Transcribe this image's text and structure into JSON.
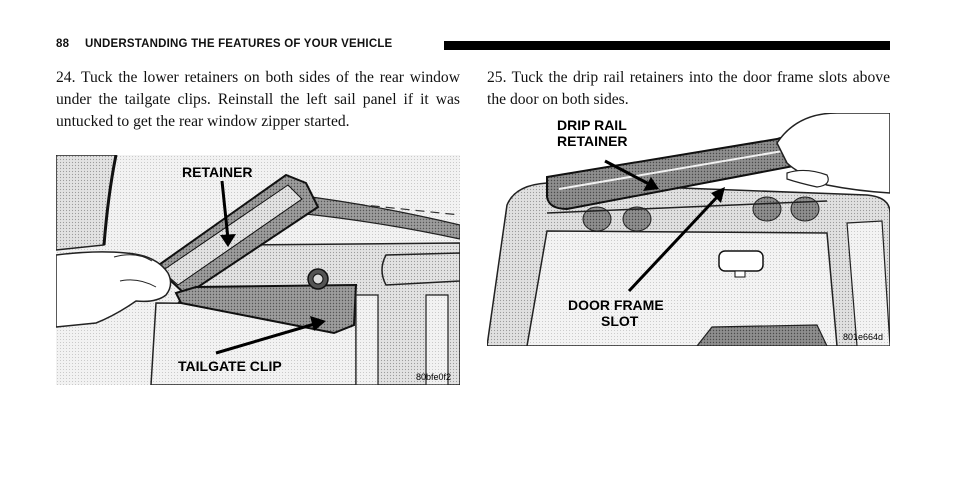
{
  "header": {
    "page_number": "88",
    "section_title": "UNDERSTANDING THE FEATURES OF YOUR VEHICLE"
  },
  "steps": {
    "left_text": "24. Tuck the lower retainers on both sides of the rear window under the tailgate clips. Reinstall the left sail panel if it was untucked to get the rear window zipper started.",
    "right_text": "25. Tuck the drip rail retainers into the door frame slots above the door on both sides."
  },
  "figure_left": {
    "label_retainer": "RETAINER",
    "label_tailgate_clip": "TAILGATE CLIP",
    "figure_id": "80bfe0f2"
  },
  "figure_right": {
    "label_drip_rail_line1": "DRIP RAIL",
    "label_drip_rail_line2": "RETAINER",
    "label_door_frame_line1": "DOOR FRAME",
    "label_door_frame_line2": "SLOT",
    "figure_id": "801e664d"
  }
}
